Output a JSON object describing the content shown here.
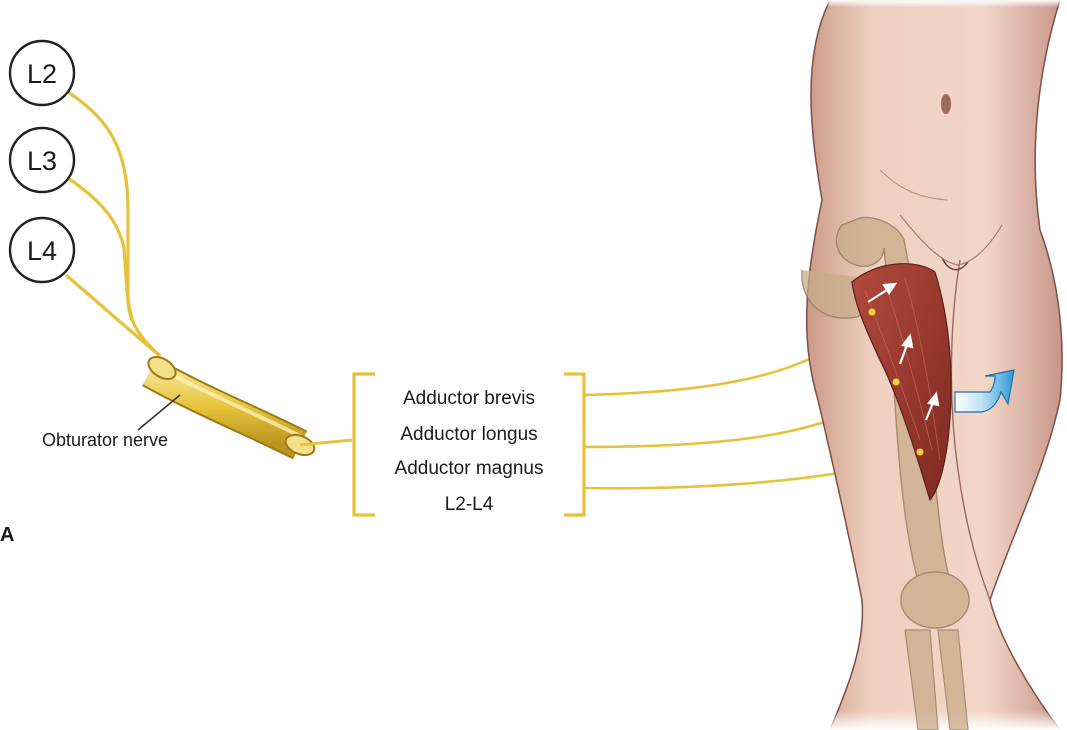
{
  "roots": [
    "L2",
    "L3",
    "L4"
  ],
  "nerve_label": "Obturator nerve",
  "muscles": [
    "Adductor brevis",
    "Adductor longus",
    "Adductor magnus"
  ],
  "segments": "L2-L4",
  "panel_letter": "A",
  "icons": {
    "movement": "curved-arrow-adduction-icon",
    "contraction": "muscle-pull-arrow-icon"
  },
  "colors": {
    "nerve": "#e8c63a",
    "nerve_dark": "#b8941e",
    "muscle": "#9a3a2e",
    "skin": "#e8c0ae",
    "bone": "#c9ac8a",
    "movement_arrow": "#3aa3dc"
  }
}
